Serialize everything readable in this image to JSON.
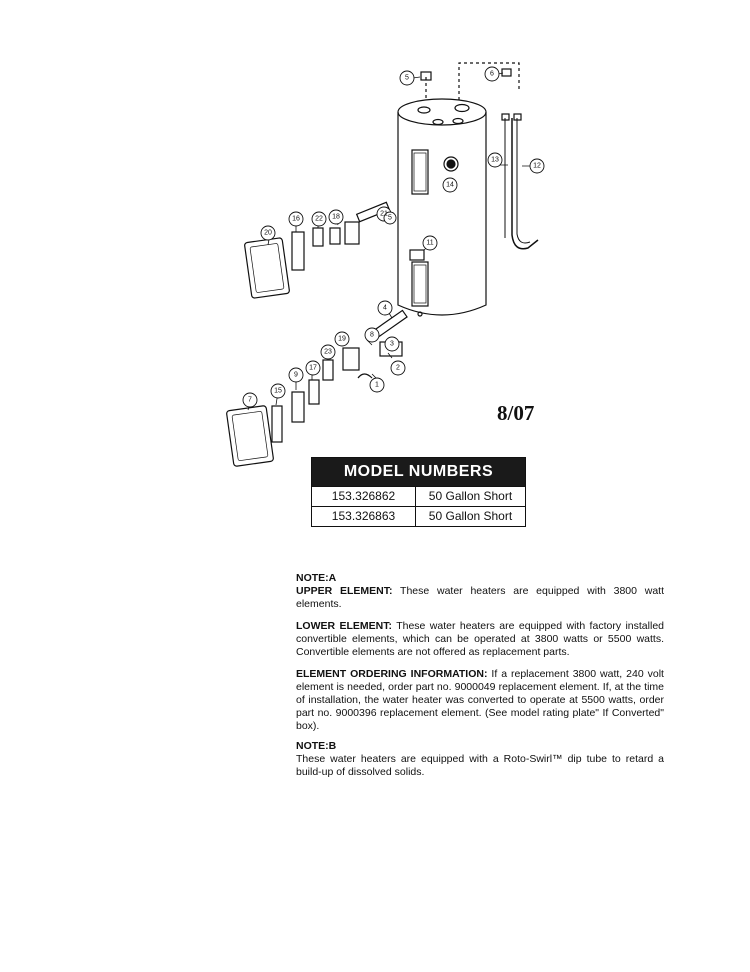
{
  "diagram": {
    "callouts": [
      "5",
      "6",
      "13",
      "12",
      "14",
      "21",
      "5",
      "18",
      "22",
      "16",
      "20",
      "11",
      "4",
      "19",
      "8",
      "3",
      "2",
      "1",
      "23",
      "17",
      "9",
      "15",
      "7"
    ]
  },
  "date_code": "8/07",
  "model_table": {
    "title": "MODEL NUMBERS",
    "rows": [
      {
        "number": "153.326862",
        "description": "50 Gallon Short"
      },
      {
        "number": "153.326863",
        "description": "50 Gallon Short"
      }
    ]
  },
  "notes": {
    "note_a": {
      "heading": "NOTE:A",
      "upper": {
        "label": "UPPER ELEMENT:",
        "text": " These water heaters are equipped with 3800 watt elements."
      },
      "lower": {
        "label": "LOWER ELEMENT:",
        "text": " These water heaters are equipped with factory installed convertible elements, which can be operated at 3800 watts or 5500 watts. Convertible elements are not offered as replacement parts."
      },
      "ordering": {
        "label": "ELEMENT ORDERING INFORMATION:",
        "text": " If a replacement 3800 watt, 240 volt element is needed, order part no. 9000049 replacement element. If, at the time of installation, the water heater was converted to operate at 5500 watts, order part no. 9000396 replacement element. (See model rating plate\" If Converted\" box)."
      }
    },
    "note_b": {
      "heading": "NOTE:B",
      "text": "These water heaters are equipped with a Roto-Swirl™ dip tube to retard a build-up of dissolved solids."
    }
  }
}
